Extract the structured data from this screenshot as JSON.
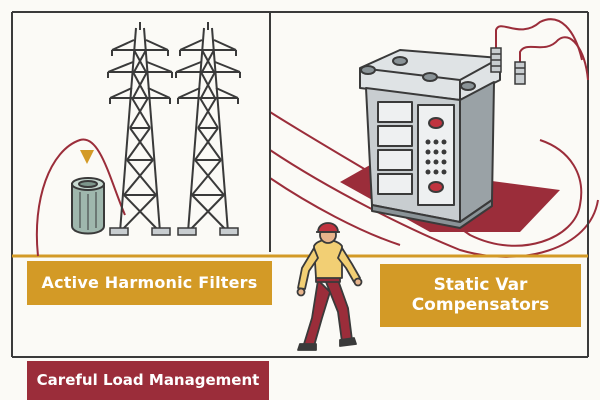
{
  "labels": {
    "active_harmonic_filters": "Active Harmonic Filters",
    "static_var_compensators_line1": "Static Var",
    "static_var_compensators_line2": "Compensators",
    "careful_load_management": "Careful Load Management"
  },
  "colors": {
    "background": "#fbfaf6",
    "frame": "#3a3a3a",
    "gold": "#d39a26",
    "maroon": "#9b2d3a",
    "steel_gray": "#c8cdd0",
    "filter_teal": "#9fb7ad"
  },
  "icons": {
    "towers": "transmission-tower-icon",
    "filter": "harmonic-filter-canister-icon",
    "arrow": "down-triangle-arrow-icon",
    "compensator": "static-var-compensator-cabinet-icon",
    "worker": "engineer-walking-icon"
  }
}
